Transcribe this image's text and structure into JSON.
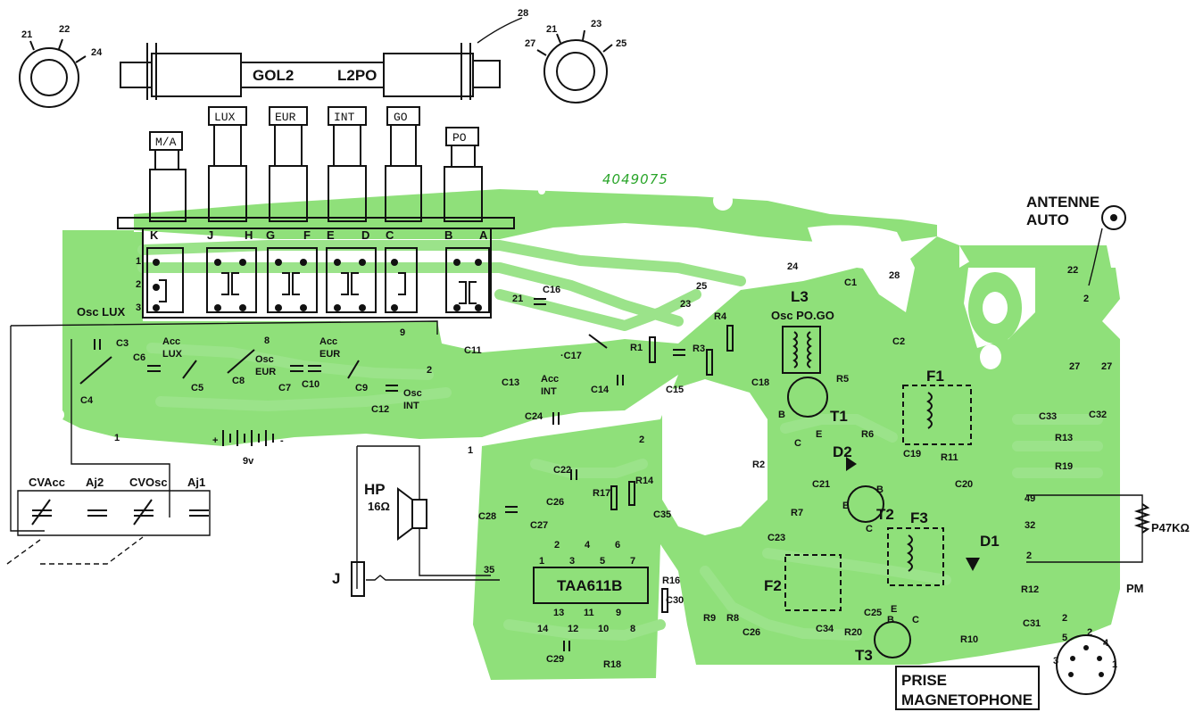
{
  "colors": {
    "board": "#8fe07a",
    "trace": "#9be38a",
    "ink": "#111111",
    "paper": "#ffffff"
  },
  "tuner": {
    "gang_left": "GOL2",
    "gang_right": "L2PO",
    "drum_left_pins": [
      "21",
      "22",
      "24"
    ],
    "drum_right_pins": [
      "21",
      "23",
      "27",
      "25"
    ],
    "pin_28": "28"
  },
  "buttons": [
    "M/A",
    "LUX",
    "EUR",
    "INT",
    "GO",
    "PO"
  ],
  "switch_contacts": [
    "K",
    "J",
    "H",
    "G",
    "F",
    "E",
    "D",
    "C",
    "B",
    "A"
  ],
  "switch_rows": [
    "1",
    "2",
    "3"
  ],
  "pcb_number": "4049075",
  "antenna": {
    "line1": "ANTENNE",
    "line2": "AUTO",
    "pin22": "22",
    "pin2": "2"
  },
  "osc_lux": "Osc LUX",
  "left_components": {
    "c3": "C3",
    "c4": "C4",
    "c5": "C5",
    "c6": "C6",
    "c7": "C7",
    "c8": "C8",
    "c9": "C9",
    "c10": "C10",
    "c12": "C12",
    "acc_lux_1": "Acc",
    "acc_lux_2": "LUX",
    "osc_eur_1": "Osc",
    "osc_eur_2": "EUR",
    "acc_eur_1": "Acc",
    "acc_eur_2": "EUR",
    "osc_int_1": "Osc",
    "osc_int_2": "INT",
    "pin8": "8",
    "pin9": "9",
    "pin2a": "2",
    "pin1": "1"
  },
  "battery": {
    "label": "9v",
    "plus": "+",
    "minus": "-"
  },
  "trimmers": [
    "CVAcc",
    "Aj2",
    "CVOsc",
    "Aj1"
  ],
  "mid_components": {
    "c11": "C11",
    "c13": "C13",
    "acc_int_1": "Acc",
    "acc_int_2": "INT",
    "c14": "C14",
    "c15": "C15",
    "c16": "C16",
    "c17": "·C17",
    "c24": "C24",
    "r1": "R1",
    "r3": "R3",
    "r4": "R4",
    "c18": "C18",
    "pin21": "21",
    "pin23": "23",
    "pin25": "25",
    "pin24": "24",
    "pin28": "28",
    "c1": "C1",
    "c2": "C2",
    "pin1b": "1",
    "pin2b": "2"
  },
  "osc_pogo": {
    "l3": "L3",
    "label": "Osc PO.GO"
  },
  "transistors": {
    "t1": "T1",
    "t2": "T2",
    "t3": "T3",
    "b": "B",
    "c": "C",
    "e": "E"
  },
  "right_components": {
    "r5": "R5",
    "r6": "R6",
    "f1": "F1",
    "c19": "C19",
    "r11": "R11",
    "d2": "D2",
    "r2": "R2",
    "c21": "C21",
    "c20": "C20",
    "r7": "R7",
    "c23": "C23",
    "f3": "F3",
    "d1": "D1",
    "r12": "R12",
    "r10": "R10",
    "c31": "C31",
    "c25": "C25",
    "r20": "R20",
    "c34": "C34",
    "f2": "F2",
    "c26": "C26",
    "r8": "R8",
    "r9": "R9",
    "c30": "C30",
    "c33": "C33",
    "c32": "C32",
    "r13": "R13",
    "r19": "R19",
    "pin27a": "27",
    "pin27b": "27",
    "pin49": "49",
    "pin32": "32",
    "pin2c": "2",
    "pot": "P47KΩ",
    "pm": "PM",
    "pin2d": "2"
  },
  "audio": {
    "hp": "HP",
    "hp_ohm": "16Ω",
    "jack": "J",
    "pin35": "35",
    "pin1c": "1",
    "pin2e": "2",
    "ic": "TAA611B",
    "ic_pins_top": [
      "1",
      "2",
      "3",
      "4",
      "5",
      "6",
      "7"
    ],
    "ic_pins_bottom": [
      "14",
      "13",
      "12",
      "11",
      "10",
      "9",
      "8"
    ],
    "c22": "C22",
    "c26b": "C26",
    "c27": "C27",
    "c28": "C28",
    "c29": "C29",
    "c35": "C35",
    "r14": "R14",
    "r16": "R16",
    "r17": "R17",
    "r18": "R18"
  },
  "din": {
    "line1": "PRISE",
    "line2": "MAGNETOPHONE",
    "pins": [
      "1",
      "2",
      "3",
      "4",
      "5"
    ]
  }
}
